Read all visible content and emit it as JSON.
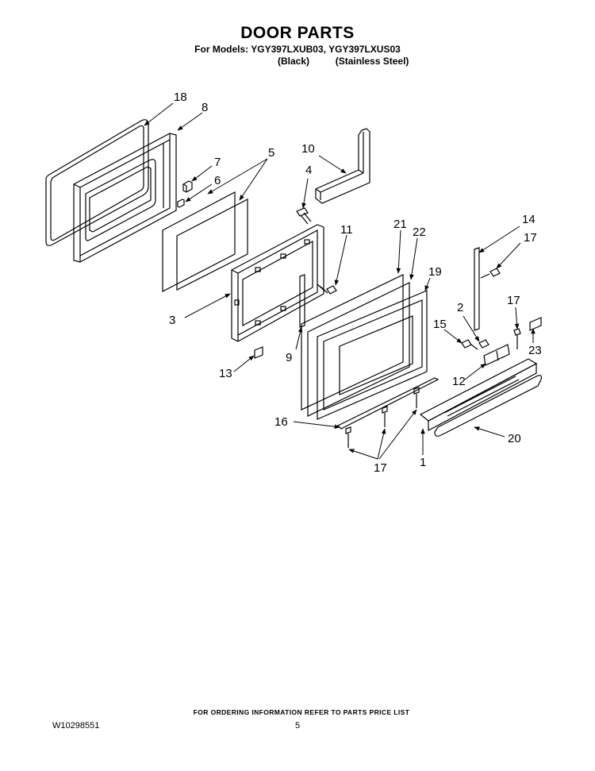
{
  "header": {
    "title": "DOOR PARTS",
    "models_line": "For Models: YGY397LXUB03, YGY397LXUS03",
    "variant_black": "(Black)",
    "variant_stainless": "(Stainless Steel)"
  },
  "callouts": [
    {
      "id": "c18",
      "label": "18"
    },
    {
      "id": "c8",
      "label": "8"
    },
    {
      "id": "c7",
      "label": "7"
    },
    {
      "id": "c6",
      "label": "6"
    },
    {
      "id": "c5",
      "label": "5"
    },
    {
      "id": "c10",
      "label": "10"
    },
    {
      "id": "c4",
      "label": "4"
    },
    {
      "id": "c21",
      "label": "21"
    },
    {
      "id": "c22",
      "label": "22"
    },
    {
      "id": "c11",
      "label": "11"
    },
    {
      "id": "c19",
      "label": "19"
    },
    {
      "id": "c14",
      "label": "14"
    },
    {
      "id": "c17a",
      "label": "17"
    },
    {
      "id": "c3",
      "label": "3"
    },
    {
      "id": "c9",
      "label": "9"
    },
    {
      "id": "c13",
      "label": "13"
    },
    {
      "id": "c2",
      "label": "2"
    },
    {
      "id": "c17b",
      "label": "17"
    },
    {
      "id": "c15",
      "label": "15"
    },
    {
      "id": "c23",
      "label": "23"
    },
    {
      "id": "c12",
      "label": "12"
    },
    {
      "id": "c16",
      "label": "16"
    },
    {
      "id": "c20",
      "label": "20"
    },
    {
      "id": "c1",
      "label": "1"
    },
    {
      "id": "c17c",
      "label": "17"
    }
  ],
  "footer": {
    "ordering_note": "FOR ORDERING INFORMATION REFER TO PARTS PRICE LIST",
    "document_number": "W10298551",
    "page_number": "5"
  }
}
